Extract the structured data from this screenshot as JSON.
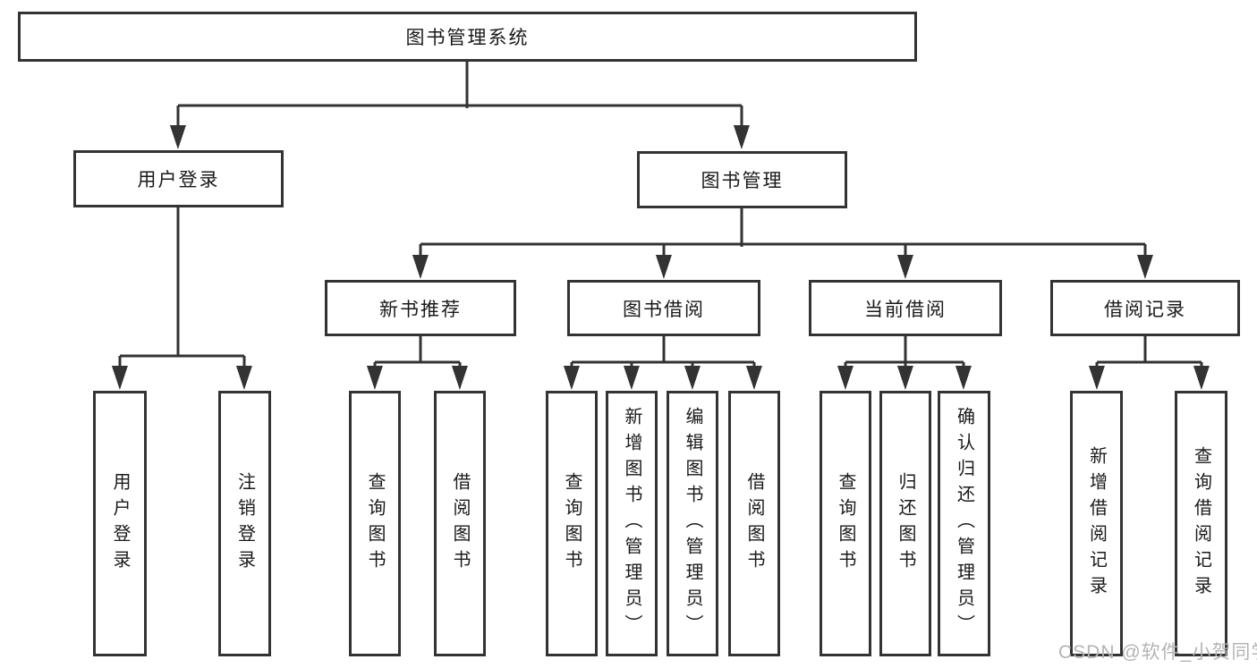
{
  "tree": {
    "label": "图书管理系统",
    "children": [
      {
        "label": "用户登录",
        "children": [
          {
            "label": "用户登录"
          },
          {
            "label": "注销登录"
          }
        ]
      },
      {
        "label": "图书管理",
        "children": [
          {
            "label": "新书推荐",
            "children": [
              {
                "label": "查询图书"
              },
              {
                "label": "借阅图书"
              }
            ]
          },
          {
            "label": "图书借阅",
            "children": [
              {
                "label": "查询图书"
              },
              {
                "label": "新增图书（管理员）"
              },
              {
                "label": "编辑图书（管理员）"
              },
              {
                "label": "借阅图书"
              }
            ]
          },
          {
            "label": "当前借阅",
            "children": [
              {
                "label": "查询图书"
              },
              {
                "label": "归还图书"
              },
              {
                "label": "确认归还（管理员）"
              }
            ]
          },
          {
            "label": "借阅记录",
            "children": [
              {
                "label": "新增借阅记录"
              },
              {
                "label": "查询借阅记录"
              }
            ]
          }
        ]
      }
    ]
  },
  "watermark": {
    "text": "CSDN @软件_小贺同学"
  },
  "colors": {
    "line": "#333333",
    "box_border": "#333333",
    "text": "#1a1a1a",
    "watermark": "#b4b4b4",
    "background": "#ffffff"
  }
}
